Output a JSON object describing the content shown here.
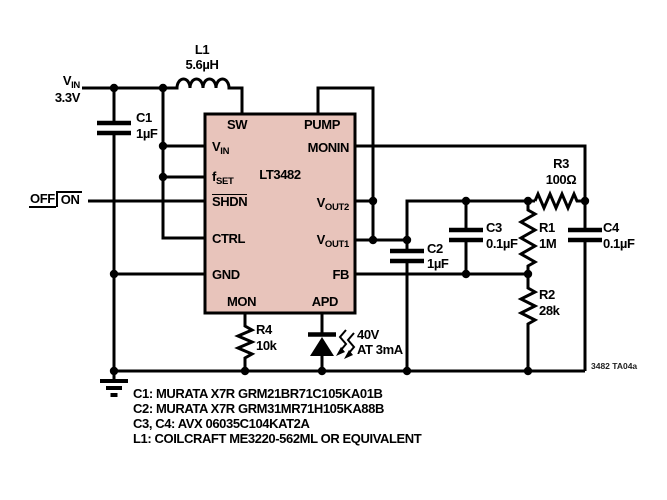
{
  "figure_id": "3482 TA04a",
  "colors": {
    "ic_fill": "#e8c4bb",
    "wire": "#000000",
    "background": "#ffffff"
  },
  "power_input": {
    "label_main": "V",
    "label_sub": "IN",
    "voltage": "3.3V"
  },
  "switch_labels": {
    "off": "OFF",
    "on": "ON"
  },
  "ic": {
    "part": "LT3482",
    "pins": {
      "sw": "SW",
      "pump": "PUMP",
      "vin": {
        "base": "V",
        "sub": "IN"
      },
      "monin": "MONIN",
      "fset": {
        "base": "f",
        "sub": "SET"
      },
      "shdn": "SHDN",
      "vout2": {
        "base": "V",
        "sub": "OUT2"
      },
      "ctrl": "CTRL",
      "vout1": {
        "base": "V",
        "sub": "OUT1"
      },
      "gnd": "GND",
      "fb": "FB",
      "mon": "MON",
      "apd": "APD"
    }
  },
  "components": {
    "l1": {
      "ref": "L1",
      "value": "5.6µH"
    },
    "c1": {
      "ref": "C1",
      "value": "1µF"
    },
    "c2": {
      "ref": "C2",
      "value": "1µF"
    },
    "c3": {
      "ref": "C3",
      "value": "0.1µF"
    },
    "c4": {
      "ref": "C4",
      "value": "0.1µF"
    },
    "r1": {
      "ref": "R1",
      "value": "1M"
    },
    "r2": {
      "ref": "R2",
      "value": "28k"
    },
    "r3": {
      "ref": "R3",
      "value": "100Ω"
    },
    "r4": {
      "ref": "R4",
      "value": "10k"
    }
  },
  "apd_output": {
    "line1": "40V",
    "line2": "AT 3mA"
  },
  "notes": [
    "C1: MURATA X7R GRM21BR71C105KA01B",
    "C2: MURATA X7R GRM31MR71H105KA88B",
    "C3, C4: AVX 06035C104KAT2A",
    "L1: COILCRAFT ME3220-562ML OR EQUIVALENT"
  ]
}
